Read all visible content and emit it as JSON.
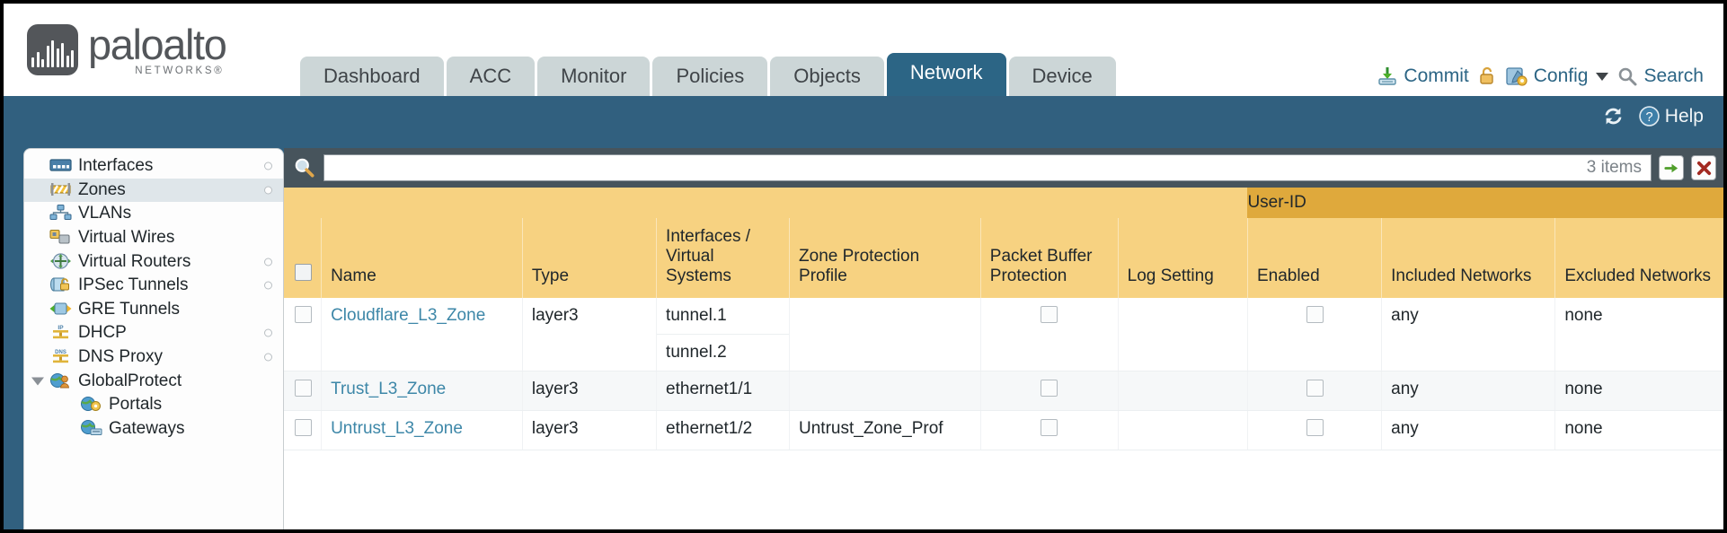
{
  "brand": {
    "name": "paloalto",
    "sub": "NETWORKS®"
  },
  "nav": {
    "tabs": [
      {
        "label": "Dashboard",
        "active": false
      },
      {
        "label": "ACC",
        "active": false
      },
      {
        "label": "Monitor",
        "active": false
      },
      {
        "label": "Policies",
        "active": false
      },
      {
        "label": "Objects",
        "active": false
      },
      {
        "label": "Network",
        "active": true
      },
      {
        "label": "Device",
        "active": false
      }
    ]
  },
  "top_actions": {
    "commit": "Commit",
    "lock_icon": "padlock-icon",
    "config": "Config",
    "search": "Search"
  },
  "subbar": {
    "refresh_icon": "refresh-icon",
    "help": "Help"
  },
  "sidebar": {
    "items": [
      {
        "label": "Interfaces",
        "icon": "interfaces-icon",
        "selected": false,
        "dot": true,
        "child": false,
        "caret": false
      },
      {
        "label": "Zones",
        "icon": "zones-icon",
        "selected": true,
        "dot": true,
        "child": false,
        "caret": false
      },
      {
        "label": "VLANs",
        "icon": "vlans-icon",
        "selected": false,
        "dot": false,
        "child": false,
        "caret": false
      },
      {
        "label": "Virtual Wires",
        "icon": "virtual-wires-icon",
        "selected": false,
        "dot": false,
        "child": false,
        "caret": false
      },
      {
        "label": "Virtual Routers",
        "icon": "virtual-routers-icon",
        "selected": false,
        "dot": true,
        "child": false,
        "caret": false
      },
      {
        "label": "IPSec Tunnels",
        "icon": "ipsec-tunnels-icon",
        "selected": false,
        "dot": true,
        "child": false,
        "caret": false
      },
      {
        "label": "GRE Tunnels",
        "icon": "gre-tunnels-icon",
        "selected": false,
        "dot": false,
        "child": false,
        "caret": false
      },
      {
        "label": "DHCP",
        "icon": "dhcp-icon",
        "selected": false,
        "dot": true,
        "child": false,
        "caret": false
      },
      {
        "label": "DNS Proxy",
        "icon": "dns-proxy-icon",
        "selected": false,
        "dot": true,
        "child": false,
        "caret": false
      },
      {
        "label": "GlobalProtect",
        "icon": "globalprotect-icon",
        "selected": false,
        "dot": false,
        "child": false,
        "caret": true
      },
      {
        "label": "Portals",
        "icon": "portals-icon",
        "selected": false,
        "dot": false,
        "child": true,
        "caret": false
      },
      {
        "label": "Gateways",
        "icon": "gateways-icon",
        "selected": false,
        "dot": false,
        "child": true,
        "caret": false
      }
    ]
  },
  "search": {
    "icon": "magnifier-icon",
    "value": "",
    "placeholder": "",
    "item_count": "3 items",
    "apply_icon": "green-arrow-icon",
    "clear_icon": "red-x-icon"
  },
  "table": {
    "group_header": "User-ID",
    "columns": [
      "Name",
      "Type",
      "Interfaces / Virtual Systems",
      "Zone Protection Profile",
      "Packet Buffer Protection",
      "Log Setting",
      "Enabled",
      "Included Networks",
      "Excluded Networks"
    ],
    "rows": [
      {
        "selected": false,
        "name": "Cloudflare_L3_Zone",
        "type": "layer3",
        "interfaces": [
          "tunnel.1",
          "tunnel.2"
        ],
        "zone_protection_profile": "",
        "packet_buffer_protection": false,
        "log_setting": "",
        "userid_enabled": false,
        "included_networks": "any",
        "excluded_networks": "none"
      },
      {
        "selected": false,
        "name": "Trust_L3_Zone",
        "type": "layer3",
        "interfaces": [
          "ethernet1/1"
        ],
        "zone_protection_profile": "",
        "packet_buffer_protection": false,
        "log_setting": "",
        "userid_enabled": false,
        "included_networks": "any",
        "excluded_networks": "none"
      },
      {
        "selected": false,
        "name": "Untrust_L3_Zone",
        "type": "layer3",
        "interfaces": [
          "ethernet1/2"
        ],
        "zone_protection_profile": "Untrust_Zone_Prof",
        "packet_buffer_protection": false,
        "log_setting": "",
        "userid_enabled": false,
        "included_networks": "any",
        "excluded_networks": "none"
      }
    ]
  },
  "colors": {
    "brand_blue": "#2c6585",
    "subbar_blue": "#31607f",
    "header_amber": "#f7d281",
    "group_amber": "#dfa93c",
    "link_teal": "#3d87a8",
    "searchrow": "#47545c"
  }
}
